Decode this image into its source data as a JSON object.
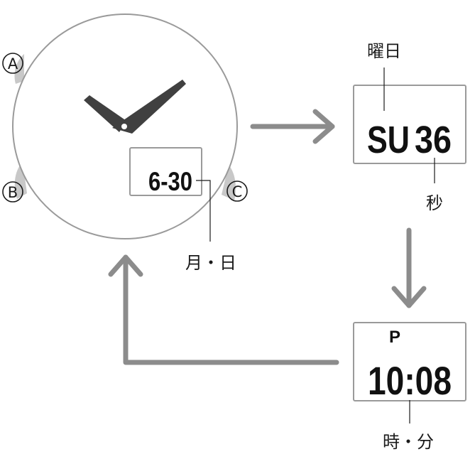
{
  "colors": {
    "outline": "#9a9a9a",
    "arrow": "#8c8c8c",
    "hand": "#404040",
    "text": "#1a1a1a",
    "button": "#c8c8c8"
  },
  "watch": {
    "buttons": {
      "a": "A",
      "b": "B",
      "c": "C"
    },
    "display": "6-30",
    "display_label": "月・日"
  },
  "screen_weekday": {
    "day": "SU",
    "seconds": "36",
    "day_label": "曜日",
    "seconds_label": "秒"
  },
  "screen_time": {
    "indicator": "P",
    "time": "10:08",
    "time_label": "時・分"
  }
}
